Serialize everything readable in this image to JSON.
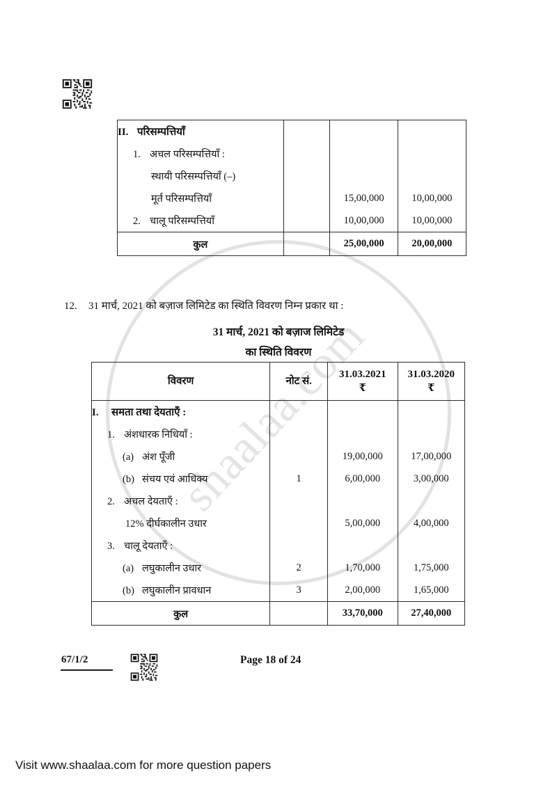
{
  "document": {
    "paper_code": "67/1/2",
    "page_label": "Page 18 of 24",
    "bottom_banner": "Visit www.shaalaa.com for more question papers",
    "watermark_text": "shaalaa.com",
    "qr_top_name": "qr-code",
    "qr_bottom_name": "qr-code"
  },
  "table_assets": {
    "rows": [
      {
        "c1_roman": "II.",
        "c1_text": "परिसम्पत्तियाँ",
        "c1_style": "roman",
        "c2": "",
        "c3": "",
        "c4": ""
      },
      {
        "c1_roman": "1.",
        "c1_text": "अचल परिसम्पत्तियाँ :",
        "c1_style": "numbered",
        "c2": "",
        "c3": "",
        "c4": ""
      },
      {
        "c1_roman": "",
        "c1_text": "स्थायी परिसम्पत्तियाँ (–)",
        "c1_style": "plain",
        "c2": "",
        "c3": "",
        "c4": ""
      },
      {
        "c1_roman": "",
        "c1_text": "मूर्त परिसम्पत्तियाँ",
        "c1_style": "plain",
        "c2": "",
        "c3": "15,00,000",
        "c4": "10,00,000"
      },
      {
        "c1_roman": "2.",
        "c1_text": "चालू परिसम्पत्तियाँ",
        "c1_style": "numbered",
        "c2": "",
        "c3": "10,00,000",
        "c4": "10,00,000"
      }
    ],
    "total": {
      "label": "कुल",
      "note": "",
      "col_2021": "25,00,000",
      "col_2020": "20,00,000"
    }
  },
  "question": {
    "number": "12.",
    "text": "31 मार्च, 2021 को बज़ाज लिमिटेड का स्थिति विवरण निम्न प्रकार था :",
    "title_line1": "31 मार्च, 2021 को बज़ाज लिमिटेड",
    "title_line2": "का स्थिति विवरण"
  },
  "table_equity": {
    "headers": {
      "particulars": "विवरण",
      "note_no": "नोट सं.",
      "date_2021": "31.03.2021",
      "date_2020": "31.03.2020",
      "currency": "₹"
    },
    "rows": [
      {
        "c1_roman": "I.",
        "c1_text": "समता तथा देयताएँ :",
        "c1_style": "roman",
        "c2": "",
        "c3": "",
        "c4": ""
      },
      {
        "c1_roman": "1.",
        "c1_text": "अंशधारक निधियाँ :",
        "c1_style": "numbered",
        "c2": "",
        "c3": "",
        "c4": ""
      },
      {
        "c1_roman": "(a)",
        "c1_text": "अंश पूँजी",
        "c1_style": "sub",
        "c2": "",
        "c3": "19,00,000",
        "c4": "17,00,000"
      },
      {
        "c1_roman": "(b)",
        "c1_text": "संचय एवं आधिक्य",
        "c1_style": "sub",
        "c2": "1",
        "c3": "6,00,000",
        "c4": "3,00,000"
      },
      {
        "c1_roman": "2.",
        "c1_text": "अचल देयताएँ :",
        "c1_style": "numbered",
        "c2": "",
        "c3": "",
        "c4": ""
      },
      {
        "c1_roman": "",
        "c1_text": "12% दीर्घकालीन उधार",
        "c1_style": "plain",
        "c2": "",
        "c3": "5,00,000",
        "c4": "4,00,000"
      },
      {
        "c1_roman": "3.",
        "c1_text": "चालू देयताएँ :",
        "c1_style": "numbered",
        "c2": "",
        "c3": "",
        "c4": ""
      },
      {
        "c1_roman": "(a)",
        "c1_text": "लघुकालीन उधार",
        "c1_style": "sub",
        "c2": "2",
        "c3": "1,70,000",
        "c4": "1,75,000"
      },
      {
        "c1_roman": "(b)",
        "c1_text": "लघुकालीन प्रावधान",
        "c1_style": "sub",
        "c2": "3",
        "c3": "2,00,000",
        "c4": "1,65,000"
      }
    ],
    "total": {
      "label": "कुल",
      "note": "",
      "col_2021": "33,70,000",
      "col_2020": "27,40,000"
    }
  }
}
